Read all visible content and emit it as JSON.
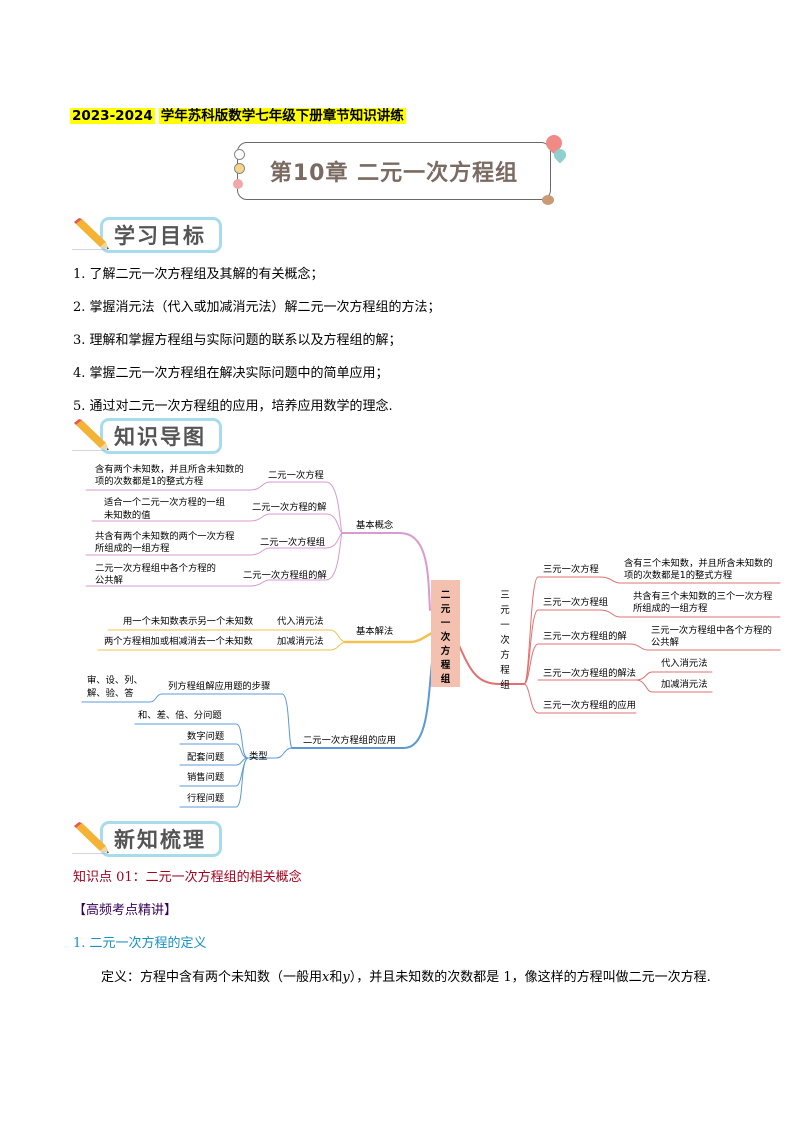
{
  "header": {
    "year": "2023-2024",
    "title": "学年苏科版数学七年级下册章节知识讲练"
  },
  "chapter": {
    "title": "第10章 二元一次方程组"
  },
  "sections": {
    "goals": {
      "label": "学习目标"
    },
    "mindmap": {
      "label": "知识导图"
    },
    "review": {
      "label": "新知梳理"
    }
  },
  "goals": [
    "1. 了解二元一次方程组及其解的有关概念；",
    "2. 掌握消元法（代入或加减消元法）解二元一次方程组的方法；",
    "3. 理解和掌握方程组与实际问题的联系以及方程组的解；",
    "4. 掌握二元一次方程组在解决实际问题中的简单应用；",
    "5. 通过对二元一次方程组的应用，培养应用数学的理念."
  ],
  "mindmap": {
    "center": "二元一次方程组",
    "center_color": "#f4c1b1",
    "branches": {
      "concepts": {
        "label": "基本概念",
        "color": "#d99ad0",
        "items": [
          {
            "label": "二元一次方程",
            "desc": [
              "含有两个未知数，并且所含未知数的",
              "项的次数都是1的整式方程"
            ]
          },
          {
            "label": "二元一次方程的解",
            "desc": [
              "适合一个二元一次方程的一组",
              "未知数的值"
            ]
          },
          {
            "label": "二元一次方程组",
            "desc": [
              "共含有两个未知数的两个一次方程",
              "所组成的一组方程"
            ]
          },
          {
            "label": "二元一次方程组的解",
            "desc": [
              "二元一次方程组中各个方程的",
              "公共解"
            ]
          }
        ]
      },
      "methods": {
        "label": "基本解法",
        "color": "#f2c14e",
        "items": [
          {
            "label": "代入消元法",
            "desc": "用一个未知数表示另一个未知数"
          },
          {
            "label": "加减消元法",
            "desc": "两个方程相加或相减消去一个未知数"
          }
        ]
      },
      "applications": {
        "label": "二元一次方程组的应用",
        "color": "#5b9bd5",
        "steps": {
          "label": "列方程组解应用题的步骤",
          "desc": [
            "审、设、列、",
            "解、验、答"
          ]
        },
        "types": {
          "label": "类型",
          "items": [
            "和、差、倍、分问题",
            "数字问题",
            "配套问题",
            "销售问题",
            "行程问题"
          ]
        }
      },
      "three_var": {
        "label": "三元一次方程组",
        "color": "#e07070",
        "items": [
          {
            "label": "三元一次方程",
            "desc": [
              "含有三个未知数，并且所含未知数的",
              "项的次数都是1的整式方程"
            ]
          },
          {
            "label": "三元一次方程组",
            "desc": [
              "共含有三个未知数的三个一次方程",
              "所组成的一组方程"
            ]
          },
          {
            "label": "三元一次方程组的解",
            "desc": [
              "三元一次方程组中各个方程的",
              "公共解"
            ]
          },
          {
            "label": "三元一次方程组的解法",
            "subs": [
              "代入消元法",
              "加减消元法"
            ]
          },
          {
            "label": "三元一次方程组的应用"
          }
        ]
      }
    }
  },
  "knowledge_point": {
    "title": "知识点 01：二元一次方程组的相关概念",
    "subtitle": "【高频考点精讲】",
    "def_heading": "1.  二元一次方程的定义",
    "def_text_1": "定义：方程中含有两个未知数（一般用",
    "var_x": "x",
    "def_text_and": "和",
    "var_y": "y",
    "def_text_2": "），并且未知数的次数都是 1，像这样的方程叫做二元一次方程."
  }
}
